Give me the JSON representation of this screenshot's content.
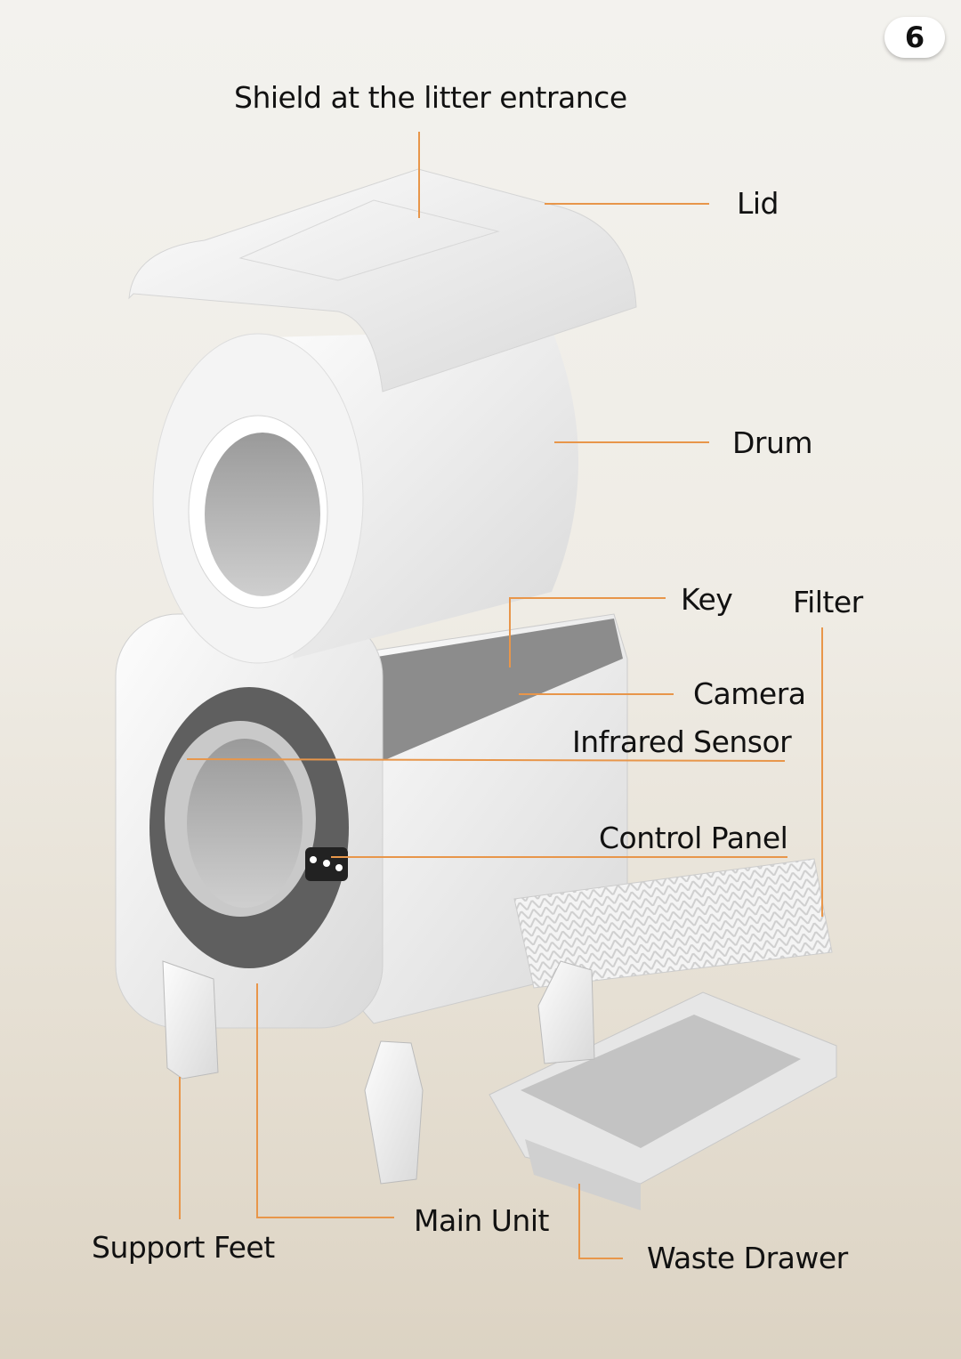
{
  "page_number": "6",
  "labels": {
    "shield": "Shield at the litter entrance",
    "lid": "Lid",
    "drum": "Drum",
    "key": "Key",
    "filter": "Filter",
    "camera": "Camera",
    "infrared": "Infrared Sensor",
    "control_panel": "Control Panel",
    "main_unit": "Main Unit",
    "support_feet": "Support Feet",
    "waste_drawer": "Waste Drawer"
  },
  "colors": {
    "leader_line": "#e8964a"
  }
}
